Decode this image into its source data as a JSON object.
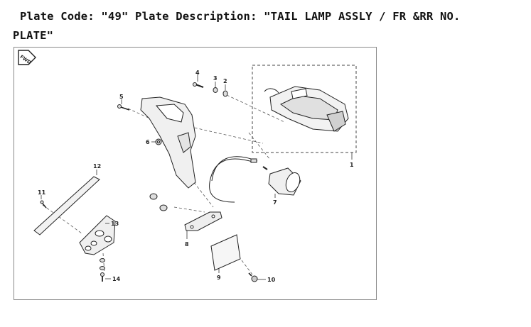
{
  "heading": {
    "line1": "Plate Code: \"49\" Plate Description: \"TAIL LAMP ASSLY / FR &RR NO.",
    "line2": "PLATE\""
  },
  "diagram": {
    "badge": "FWD",
    "callouts": [
      "1",
      "2",
      "3",
      "4",
      "5",
      "6",
      "7",
      "8",
      "9",
      "10",
      "11",
      "12",
      "13",
      "14"
    ]
  }
}
